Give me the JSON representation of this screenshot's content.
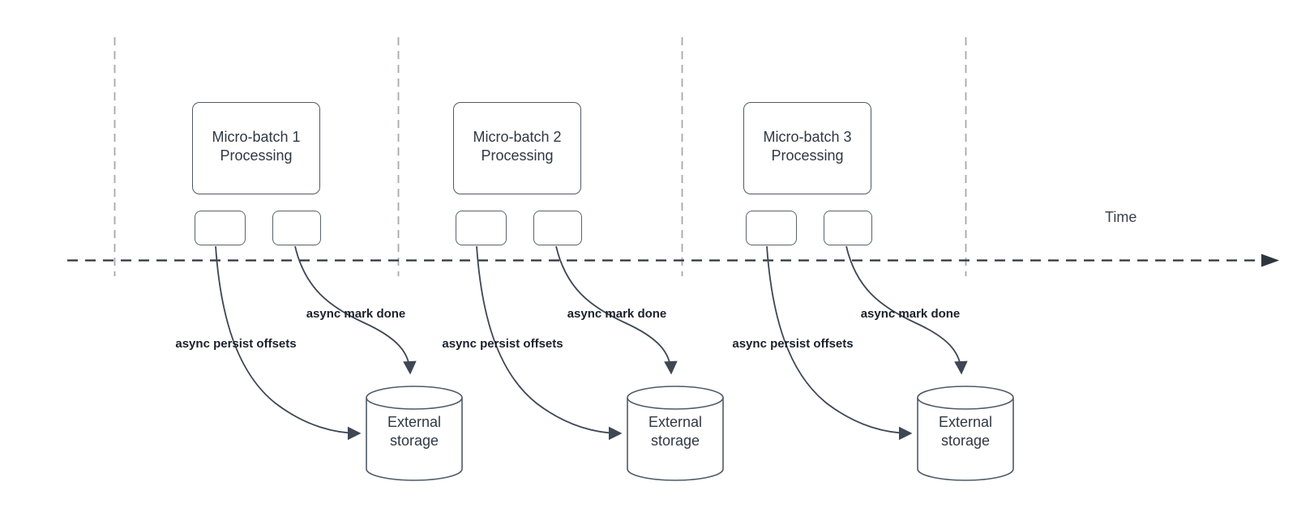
{
  "timeline": {
    "label": "Time"
  },
  "batches": [
    {
      "box_title": "Micro-batch 1",
      "box_subtitle": "Processing",
      "persist_label": "async persist offsets",
      "mark_done_label": "async mark done",
      "storage_line1": "External",
      "storage_line2": "storage"
    },
    {
      "box_title": "Micro-batch 2",
      "box_subtitle": "Processing",
      "persist_label": "async persist offsets",
      "mark_done_label": "async mark done",
      "storage_line1": "External",
      "storage_line2": "storage"
    },
    {
      "box_title": "Micro-batch 3",
      "box_subtitle": "Processing",
      "persist_label": "async persist offsets",
      "mark_done_label": "async mark done",
      "storage_line1": "External",
      "storage_line2": "storage"
    }
  ],
  "colors": {
    "box_stroke": "#4f5a66",
    "arrow_stroke": "#3e4754",
    "timeline_stroke": "#2e353e",
    "gridline_stroke": "#a6a9ad",
    "text_primary": "#303842",
    "annotation_text": "#1b212b"
  }
}
